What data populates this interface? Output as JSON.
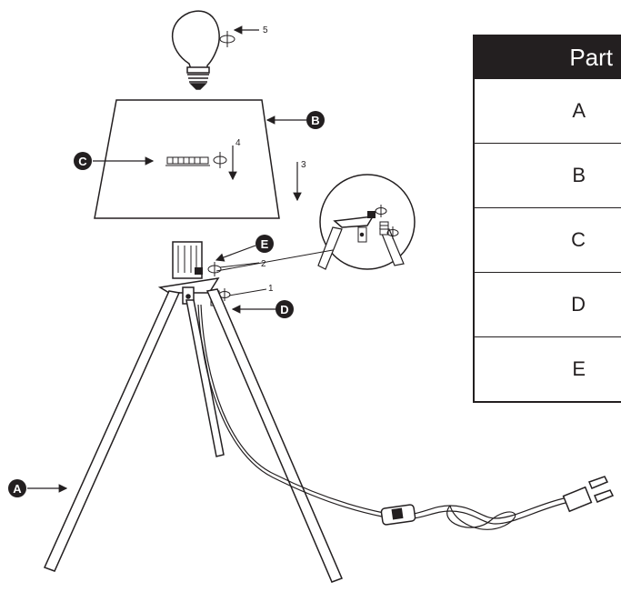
{
  "table": {
    "header": "Part",
    "rows": [
      "A",
      "B",
      "C",
      "D",
      "E"
    ]
  },
  "callouts": {
    "a": "A",
    "b": "B",
    "c": "C",
    "d": "D",
    "e": "E"
  },
  "steps": {
    "s1": "1",
    "s2": "2",
    "s3": "3",
    "s4": "4",
    "s5": "5"
  },
  "colors": {
    "ink": "#231f20",
    "table_header_bg": "#231f20"
  }
}
